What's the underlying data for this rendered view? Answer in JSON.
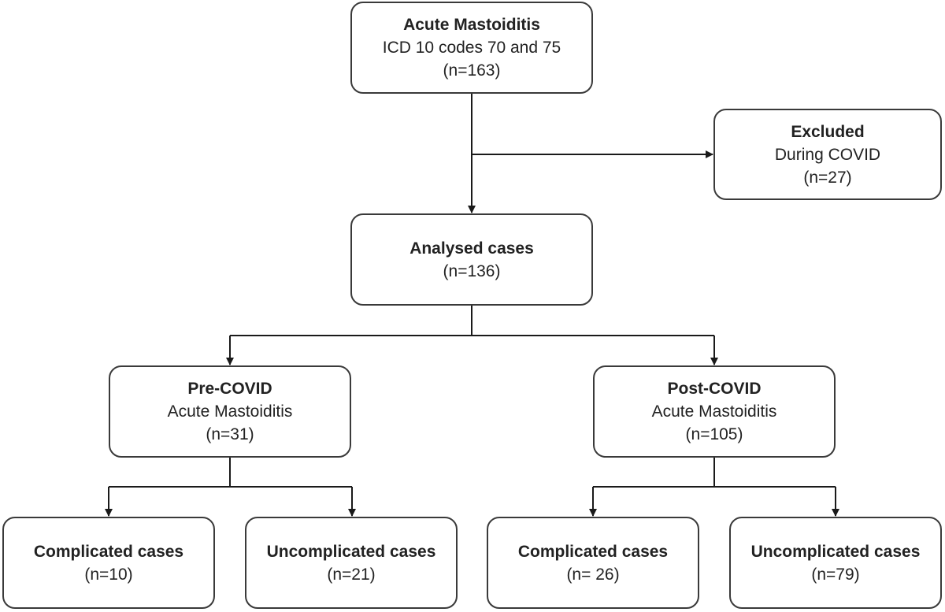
{
  "nodes": {
    "acute": {
      "title": "Acute Mastoiditis",
      "line1": "ICD 10 codes 70 and 75",
      "count": "(n=163)"
    },
    "excluded": {
      "title": "Excluded",
      "line1": "During COVID",
      "count": "(n=27)"
    },
    "analysed": {
      "title": "Analysed cases",
      "count": "(n=136)"
    },
    "pre_covid": {
      "title": "Pre-COVID",
      "line1": "Acute Mastoiditis",
      "count": "(n=31)"
    },
    "post_covid": {
      "title": "Post-COVID",
      "line1": "Acute Mastoiditis",
      "count": "(n=105)"
    },
    "pre_complicated": {
      "title": "Complicated cases",
      "count": "(n=10)"
    },
    "pre_uncomplicated": {
      "title": "Uncomplicated cases",
      "count": "(n=21)"
    },
    "post_complicated": {
      "title": "Complicated cases",
      "count": "(n= 26)"
    },
    "post_uncomplicated": {
      "title": "Uncomplicated cases",
      "count": "(n=79)"
    }
  },
  "edges": [
    {
      "from": "acute",
      "to": "excluded"
    },
    {
      "from": "acute",
      "to": "analysed"
    },
    {
      "from": "analysed",
      "to": "pre_covid"
    },
    {
      "from": "analysed",
      "to": "post_covid"
    },
    {
      "from": "pre_covid",
      "to": "pre_complicated"
    },
    {
      "from": "pre_covid",
      "to": "pre_uncomplicated"
    },
    {
      "from": "post_covid",
      "to": "post_complicated"
    },
    {
      "from": "post_covid",
      "to": "post_uncomplicated"
    }
  ],
  "colors": {
    "border": "#3a3a3a",
    "text": "#222222",
    "background": "#ffffff"
  }
}
